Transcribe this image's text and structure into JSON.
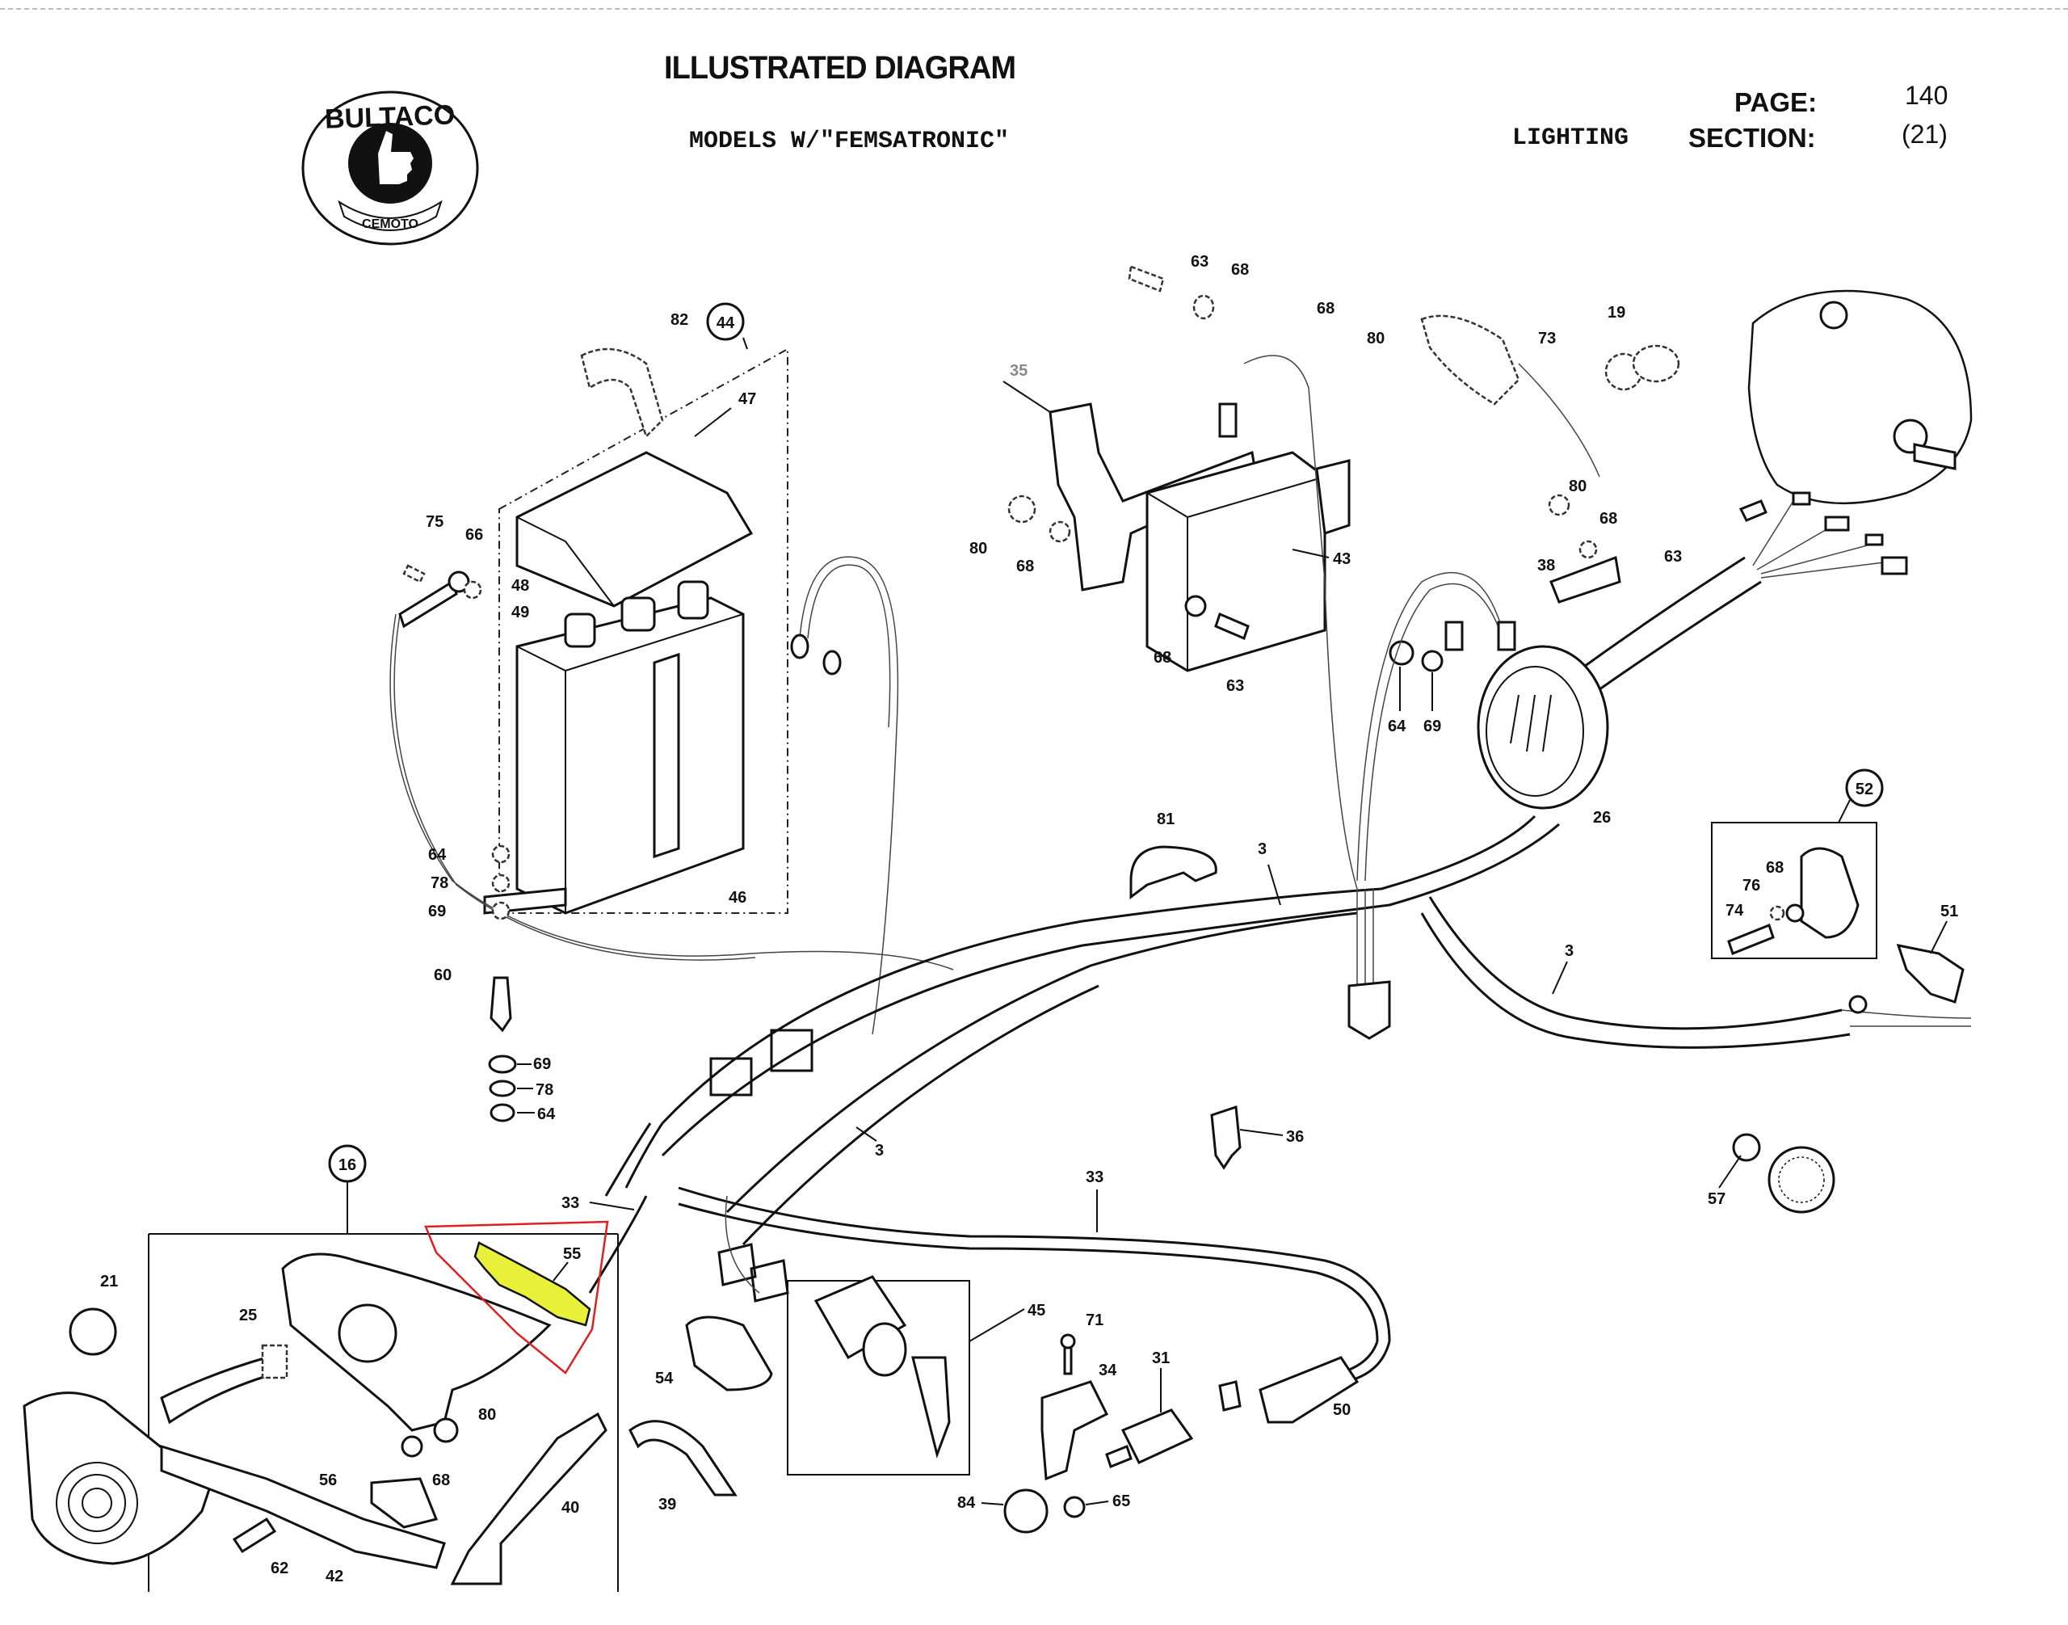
{
  "header": {
    "title": "ILLUSTRATED DIAGRAM",
    "subtitle": "MODELS W/\"FEMSATRONIC\"",
    "page_label": "PAGE:",
    "page_value": "140",
    "section_name": "LIGHTING",
    "section_label": "SECTION:",
    "section_value": "(21)"
  },
  "logo": {
    "brand": "BULTACO",
    "ribbon": "CEMOTO",
    "icon": "thumbs-up-icon"
  },
  "highlight": {
    "part": "55",
    "fill_color": "#e8f03a",
    "outline_color": "#e02020"
  },
  "group_labels": {
    "battery_group": "44",
    "switch_group": "52",
    "taillight_group": "16"
  },
  "part_labels": {
    "p82": "82",
    "p47": "47",
    "p75": "75",
    "p66": "66",
    "p48": "48",
    "p49": "49",
    "p64a": "64",
    "p78a": "78",
    "p69a": "69",
    "p60": "60",
    "p69b": "69",
    "p78b": "78",
    "p64b": "64",
    "p46": "46",
    "p63a": "63",
    "p68a": "68",
    "p68b": "68",
    "p80a": "80",
    "p35": "35",
    "p80b": "80",
    "p68c": "68",
    "p43": "43",
    "p68d": "68",
    "p63b": "63",
    "p73": "73",
    "p19": "19",
    "p80c": "80",
    "p68e": "68",
    "p38": "38",
    "p63c": "63",
    "p64c": "64",
    "p69c": "69",
    "p26": "26",
    "p81": "81",
    "p3a": "3",
    "p3b": "3",
    "p3c": "3",
    "p74": "74",
    "p76": "76",
    "p68f": "68",
    "p51": "51",
    "p36": "36",
    "p57": "57",
    "p33a": "33",
    "p33b": "33",
    "p55": "55",
    "p21": "21",
    "p25": "25",
    "p80d": "80",
    "p68g": "68",
    "p56": "56",
    "p62": "62",
    "p42": "42",
    "p40": "40",
    "p54": "54",
    "p39": "39",
    "p45": "45",
    "p71": "71",
    "p34": "34",
    "p31": "31",
    "p50": "50",
    "p84": "84",
    "p65": "65"
  }
}
